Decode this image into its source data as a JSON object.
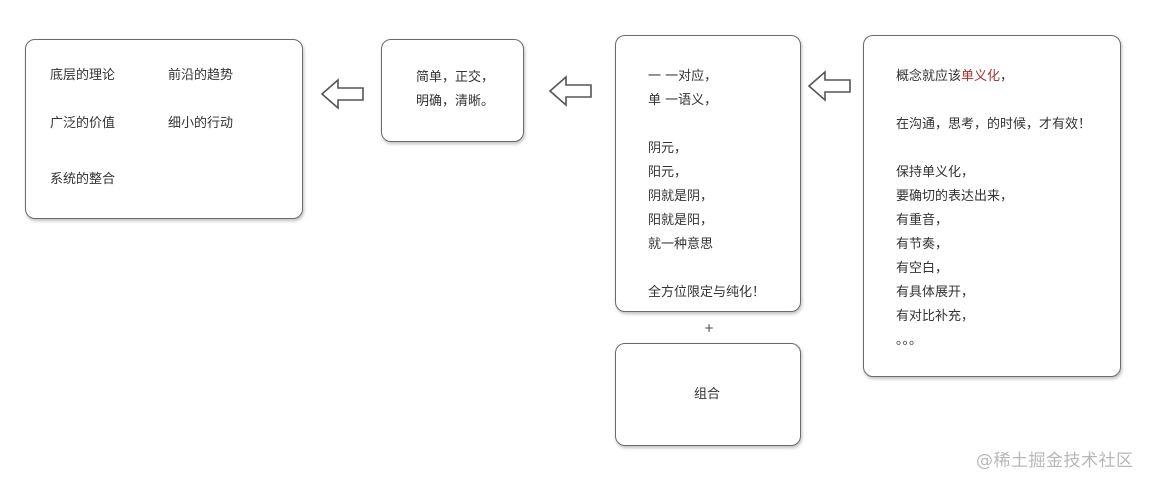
{
  "box1": {
    "items": [
      "底层的理论",
      "前沿的趋势",
      "广泛的价值",
      "细小的行动",
      "系统的整合"
    ]
  },
  "box2": {
    "lines": [
      "简单，正交，",
      "明确，清晰。"
    ]
  },
  "box3": {
    "lines": [
      "一 一对应，",
      "单 一语义，",
      "",
      "阴元，",
      "阳元，",
      "阴就是阴，",
      "阳就是阳，",
      "就一种意思",
      "",
      "全方位限定与纯化！"
    ]
  },
  "plus": "+",
  "box4": {
    "label": "组合"
  },
  "box5": {
    "first_prefix": "概念就应该",
    "first_highlight": "单义化",
    "first_suffix": "，",
    "lines": [
      "",
      "在沟通，思考，的时候，才有效！",
      "",
      "保持单义化，",
      "要确切的表达出来，",
      "有重音，",
      "有节奏，",
      "有空白，",
      "有具体展开，",
      "有对比补充，",
      "。。。"
    ]
  },
  "watermark": "@稀土掘金技术社区",
  "colors": {
    "border": "#6b6b6b",
    "highlight": "#a8322e",
    "text": "#333333"
  },
  "icons": [
    "hollow-left-arrow-icon"
  ]
}
